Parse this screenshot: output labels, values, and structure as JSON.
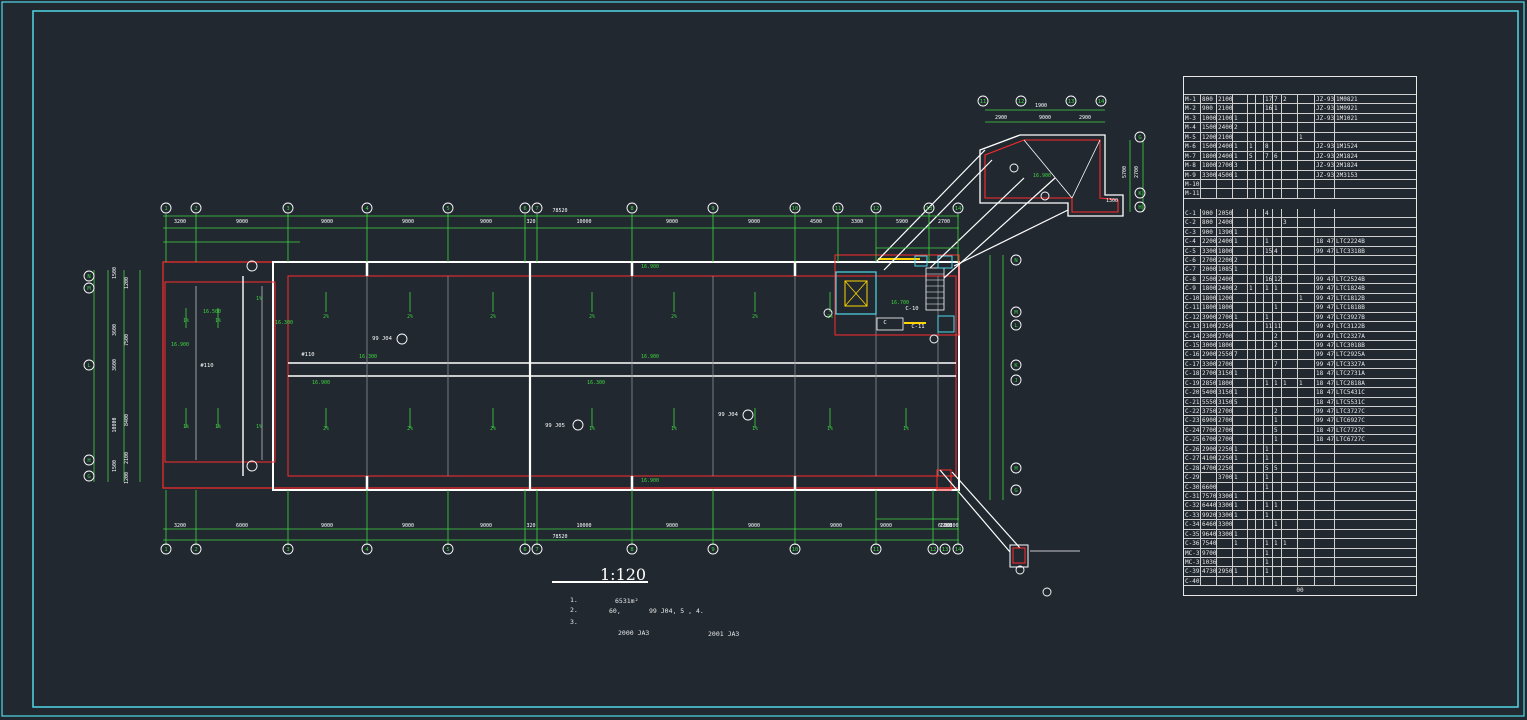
{
  "scale_label": "1:120",
  "notes": {
    "n1_num": "1.",
    "n1_val": "6531m²",
    "n2_num": "2.",
    "n2_a": "60,",
    "n2_b": "99 J04, 5 , 4.",
    "n3_num": "3.",
    "ref_a": "2000 JA3",
    "ref_b": "2001 JA3"
  },
  "axes_top": [
    "1",
    "2",
    "3",
    "4",
    "5",
    "6",
    "7",
    "8",
    "9",
    "10",
    "11",
    "12",
    "13",
    "14"
  ],
  "axes_right": [
    "N",
    "M",
    "L",
    "K",
    "J",
    "H",
    "G"
  ],
  "axes_left": [
    "N",
    "M",
    "L",
    "H",
    "G"
  ],
  "dims_top": [
    "3200",
    "9000",
    "9000",
    "9000",
    "9000",
    "320",
    "10000",
    "9000",
    "9000",
    "4500",
    "3300",
    "5900",
    "2700"
  ],
  "dims_top_total": "78520",
  "dims_bottom": [
    "3200",
    "6000",
    "9000",
    "9000",
    "9000",
    "320",
    "10000",
    "9000",
    "9000",
    "9000",
    "9000",
    "6500",
    "1380",
    "800"
  ],
  "dims_bottom_total": "78520",
  "dims_left": [
    "1500",
    "1200",
    "3600",
    "7500",
    "3600",
    "8400",
    "10800",
    "2100",
    "1500",
    "1200"
  ],
  "top_right_dims": [
    "1900",
    "2900",
    "9000",
    "2900",
    "5700",
    "2700",
    "1300"
  ],
  "elevations": [
    "16.900",
    "16.300",
    "16.900",
    "16.300",
    "16.900",
    "16.900",
    "16.900",
    "16.300",
    "16.900",
    "16.700",
    "16.500"
  ],
  "slope_labels": [
    "2%",
    "2%",
    "2%",
    "2%",
    "2%",
    "2%",
    "2%",
    "2%",
    "2%",
    "2%",
    "1%",
    "1%",
    "1%",
    "1%",
    "1%",
    "1%",
    "1%",
    "1%",
    "1%",
    "1%",
    "1%"
  ],
  "tags": [
    "99 J04",
    "99 J05",
    "99 J04",
    "#110",
    "#110",
    "C-10",
    "C-11",
    "C"
  ],
  "table_doors": [
    [
      "M-1",
      "800",
      "2100",
      "",
      "",
      "",
      "17",
      "7",
      "2",
      "",
      "JZ-93",
      "1M0821"
    ],
    [
      "M-2",
      "900",
      "2100",
      "",
      "",
      "",
      "16",
      "1",
      "",
      "",
      "JZ-93",
      "1M0921"
    ],
    [
      "M-3",
      "1000",
      "2100",
      "1",
      "",
      "",
      "",
      "",
      "",
      "",
      "JZ-93",
      "1M1021"
    ],
    [
      "M-4",
      "1500",
      "2400",
      "2",
      "",
      "",
      "",
      "",
      "",
      "",
      "",
      ""
    ],
    [
      "M-5",
      "1200",
      "2100",
      "",
      "",
      "",
      "",
      "",
      "",
      "1",
      "",
      ""
    ],
    [
      "M-6",
      "1500",
      "2400",
      "1",
      "1",
      "",
      "8",
      "",
      "",
      "",
      "JZ-93",
      "1M1524"
    ],
    [
      "M-7",
      "1800",
      "2400",
      "1",
      "5",
      "",
      "7",
      "6",
      "",
      "",
      "JZ-93",
      "2M1824"
    ],
    [
      "M-8",
      "1800",
      "2700",
      "3",
      "",
      "",
      "",
      "",
      "",
      "",
      "JZ-93",
      "2M1824"
    ],
    [
      "M-9",
      "3300",
      "4500",
      "1",
      "",
      "",
      "",
      "",
      "",
      "",
      "JZ-93",
      "2M3153"
    ],
    [
      "M-10",
      "",
      "",
      "",
      "",
      "",
      "",
      "",
      "",
      "",
      "",
      ""
    ],
    [
      "M-11",
      "",
      "",
      "",
      "",
      "",
      "",
      "",
      "",
      "",
      "",
      ""
    ]
  ],
  "table_windows": [
    [
      "C-1",
      "900",
      "2050",
      "",
      "",
      "",
      "4",
      "",
      "",
      "",
      "",
      ""
    ],
    [
      "C-2",
      "800",
      "2400",
      "",
      "",
      "",
      "",
      "",
      "3",
      "",
      "",
      ""
    ],
    [
      "C-3",
      "900",
      "13900",
      "1",
      "",
      "",
      "",
      "",
      "",
      "",
      "",
      ""
    ],
    [
      "C-4",
      "2200",
      "2400",
      "1",
      "",
      "",
      "1",
      "",
      "",
      "",
      "18 47",
      "LTC2224B"
    ],
    [
      "C-5",
      "3300",
      "1800",
      "",
      "",
      "",
      "15",
      "4",
      "",
      "",
      "99 47",
      "LTC3318B"
    ],
    [
      "C-6",
      "2700",
      "2200",
      "2",
      "",
      "",
      "",
      "",
      "",
      "",
      "",
      ""
    ],
    [
      "C-7",
      "2000",
      "10850",
      "1",
      "",
      "",
      "",
      "",
      "",
      "",
      "",
      ""
    ],
    [
      "C-8",
      "2500",
      "2400",
      "",
      "",
      "",
      "16",
      "12",
      "",
      "",
      "99 47",
      "LTC2524B"
    ],
    [
      "C-9",
      "1800",
      "2400",
      "2",
      "1",
      "",
      "1",
      "1",
      "",
      "",
      "99 47",
      "LTC1824B"
    ],
    [
      "C-10",
      "1800",
      "1200",
      "",
      "",
      "",
      "",
      "",
      "",
      "1",
      "99 47",
      "LTC1812B"
    ],
    [
      "C-11",
      "1800",
      "1800",
      "",
      "",
      "",
      "",
      "1",
      "",
      "",
      "99 47",
      "LTC1818B"
    ],
    [
      "C-12",
      "3900",
      "2700",
      "1",
      "",
      "",
      "1",
      "",
      "",
      "",
      "99 47",
      "LTC3927B"
    ],
    [
      "C-13",
      "3100",
      "2250",
      "",
      "",
      "",
      "11",
      "11",
      "",
      "",
      "99 47",
      "LTC3122B"
    ],
    [
      "C-14",
      "2300",
      "2700",
      "",
      "",
      "",
      "",
      "2",
      "",
      "",
      "99 47",
      "LTC2327A"
    ],
    [
      "C-15",
      "3000",
      "1800",
      "",
      "",
      "",
      "",
      "2",
      "",
      "",
      "99 47",
      "LTC3018B"
    ],
    [
      "C-16",
      "2900",
      "2550",
      "7",
      "",
      "",
      "",
      "",
      "",
      "",
      "99 47",
      "LTC2925A"
    ],
    [
      "C-17",
      "3300",
      "2700",
      "",
      "",
      "",
      "",
      "7",
      "",
      "",
      "99 47",
      "LTC3327A"
    ],
    [
      "C-18",
      "2700",
      "3150",
      "1",
      "",
      "",
      "",
      "",
      "",
      "",
      "18 47",
      "LTC2731A"
    ],
    [
      "C-19",
      "2850",
      "1800",
      "",
      "",
      "",
      "1",
      "1",
      "1",
      "1",
      "18 47",
      "LTC2818A"
    ],
    [
      "C-20",
      "5400",
      "3150",
      "1",
      "",
      "",
      "",
      "",
      "",
      "",
      "18 47",
      "LTC5431C"
    ],
    [
      "C-21",
      "5550",
      "3150",
      "5",
      "",
      "",
      "",
      "",
      "",
      "",
      "18 47",
      "LTC5531C"
    ],
    [
      "C-22",
      "3750",
      "2700",
      "",
      "",
      "",
      "",
      "2",
      "",
      "",
      "99 47",
      "LTC3727C"
    ],
    [
      "C-23",
      "6900",
      "2700",
      "",
      "",
      "",
      "",
      "1",
      "",
      "",
      "99 47",
      "LTC6927C"
    ],
    [
      "C-24",
      "7700",
      "2700",
      "",
      "",
      "",
      "",
      "5",
      "",
      "",
      "18 47",
      "LTC7727C"
    ],
    [
      "C-25",
      "6700",
      "2700",
      "",
      "",
      "",
      "",
      "1",
      "",
      "",
      "18 47",
      "LTC6727C"
    ],
    [
      "C-26",
      "2900",
      "2250",
      "1",
      "",
      "",
      "1",
      "",
      "",
      "",
      "",
      ""
    ],
    [
      "C-27",
      "4100",
      "2250",
      "1",
      "",
      "",
      "1",
      "",
      "",
      "",
      "",
      ""
    ],
    [
      "C-28",
      "4700",
      "2250",
      "",
      "",
      "",
      "5",
      "5",
      "",
      "",
      "",
      ""
    ],
    [
      "C-29",
      "",
      "3700",
      "1",
      "",
      "",
      "1",
      "",
      "",
      "",
      "",
      ""
    ],
    [
      "C-30",
      "6600",
      "",
      "",
      "",
      "",
      "1",
      "",
      "",
      "",
      "",
      ""
    ],
    [
      "C-31",
      "7570",
      "3300",
      "1",
      "",
      "",
      "",
      "",
      "",
      "",
      "",
      ""
    ],
    [
      "C-32",
      "6440",
      "3300",
      "1",
      "",
      "",
      "1",
      "1",
      "",
      "",
      "",
      ""
    ],
    [
      "C-33",
      "9920",
      "3300",
      "1",
      "",
      "",
      "1",
      "",
      "",
      "",
      "",
      ""
    ],
    [
      "C-34",
      "6460",
      "3300",
      "",
      "",
      "",
      "",
      "1",
      "",
      "",
      "",
      ""
    ],
    [
      "C-35",
      "9640",
      "3300",
      "1",
      "",
      "",
      "",
      "",
      "",
      "",
      "",
      ""
    ],
    [
      "C-36",
      "7540",
      "",
      "1",
      "",
      "",
      "1",
      "1",
      "1",
      "",
      "",
      ""
    ],
    [
      "MC-37",
      "9700",
      "",
      "",
      "",
      "",
      "1",
      "",
      "",
      "",
      "",
      ""
    ],
    [
      "MC-38",
      "10365",
      "",
      "",
      "",
      "",
      "1",
      "",
      "",
      "",
      "",
      ""
    ],
    [
      "C-39",
      "4730",
      "2950",
      "1",
      "",
      "",
      "1",
      "",
      "",
      "",
      "",
      ""
    ],
    [
      "C-40",
      "",
      "",
      "",
      "",
      "",
      "",
      "",
      "",
      "",
      "",
      ""
    ]
  ],
  "table_footer": "00"
}
